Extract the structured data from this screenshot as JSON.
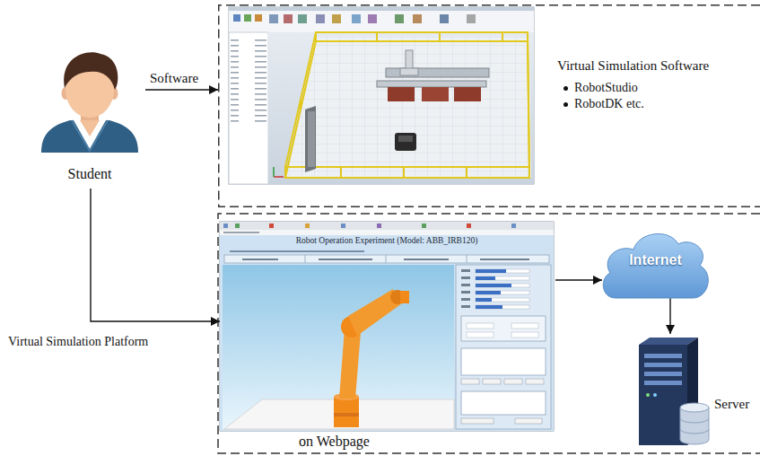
{
  "diagram": {
    "nodes": [
      {
        "text": [
          "Student"
        ]
      },
      {
        "text": [
          "Virtual Simulation Software",
          "RobotStudio",
          "RobotDK etc."
        ]
      },
      {
        "text": [
          "Robot Operation Experiment (Model: ABB_IRB120)",
          "on Webpage"
        ]
      },
      {
        "text": [
          "Internet"
        ]
      },
      {
        "text": [
          "Server"
        ]
      }
    ],
    "edges": [
      {
        "from": 0,
        "to": 1,
        "arrow": "to",
        "label": "Software"
      },
      {
        "from": 0,
        "to": 2,
        "arrow": "to",
        "label": "Virtual Simulation Platform"
      },
      {
        "from": 2,
        "to": 3,
        "arrow": "to"
      },
      {
        "from": 3,
        "to": 4,
        "arrow": "to"
      }
    ]
  }
}
